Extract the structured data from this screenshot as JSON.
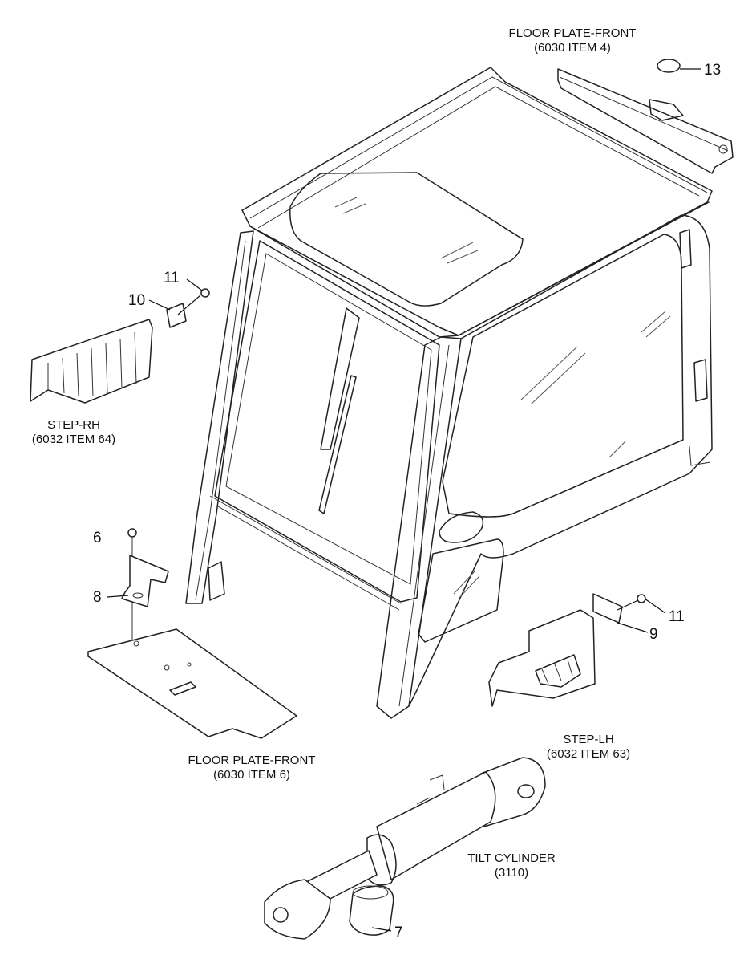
{
  "labels": {
    "floor_plate_front_top": "FLOOR PLATE-FRONT",
    "floor_plate_front_top_ref": "(6030 ITEM 4)",
    "step_rh": "STEP-RH",
    "step_rh_ref": "(6032 ITEM 64)",
    "floor_plate_front_bottom": "FLOOR PLATE-FRONT",
    "floor_plate_front_bottom_ref": "(6030 ITEM 6)",
    "step_lh": "STEP-LH",
    "step_lh_ref": "(6032 ITEM 63)",
    "tilt_cylinder": "TILT CYLINDER",
    "tilt_cylinder_ref": "(3110)"
  },
  "callouts": {
    "n13": "13",
    "n11_top": "11",
    "n10": "10",
    "n6": "6",
    "n8": "8",
    "n11_right": "11",
    "n9": "9",
    "n7": "7"
  }
}
